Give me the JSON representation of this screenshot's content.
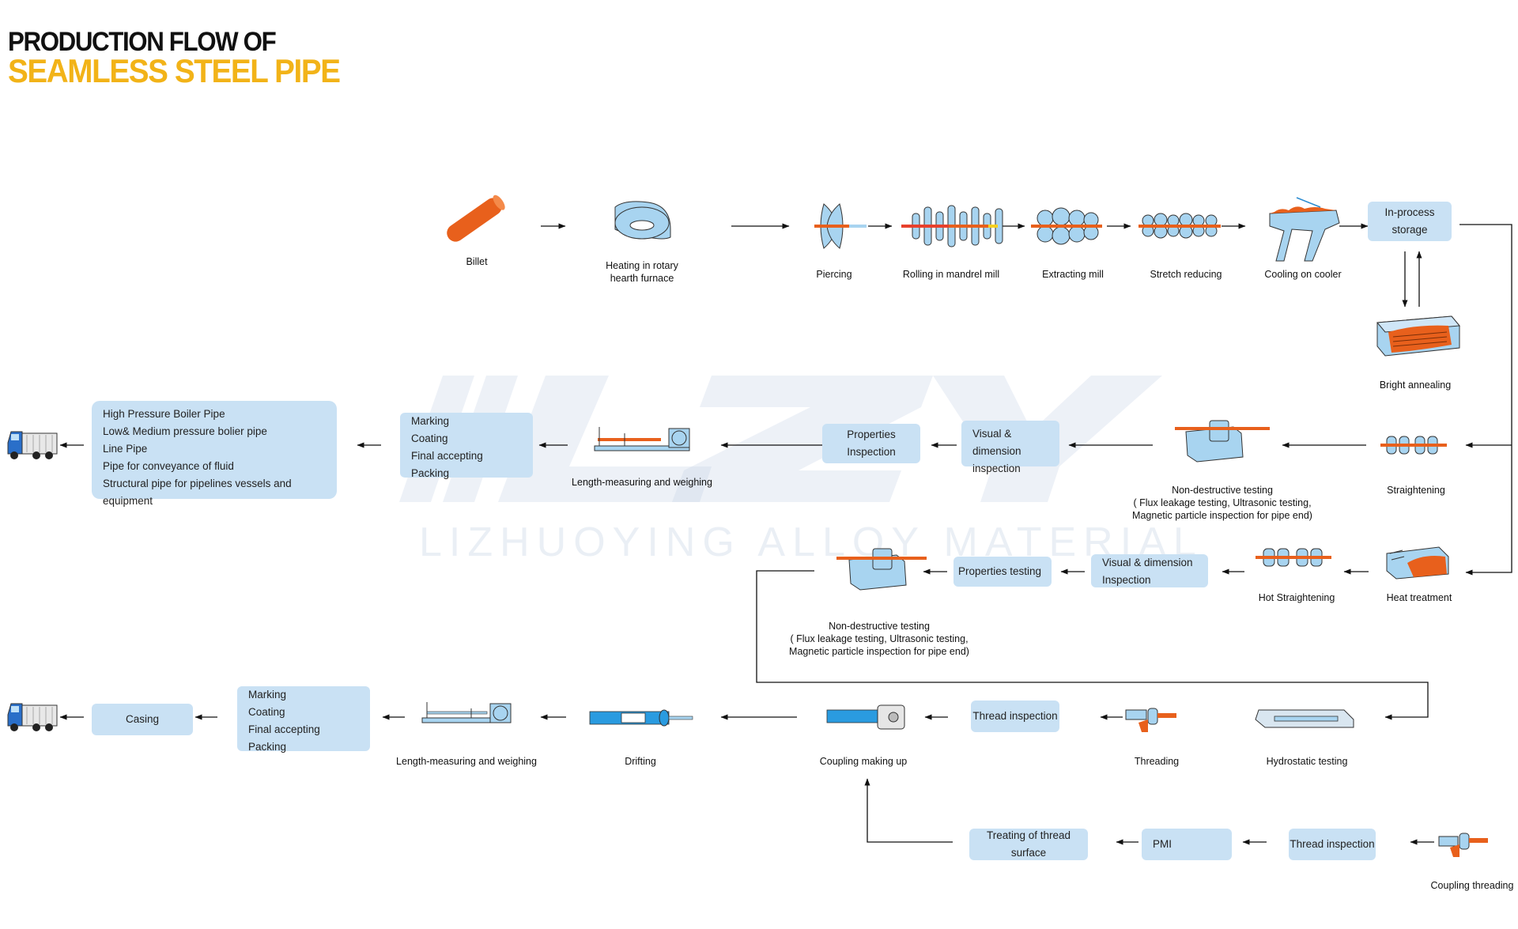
{
  "title": {
    "line1": "PRODUCTION FLOW OF",
    "line2": "SEAMLESS STEEL PIPE"
  },
  "watermark": {
    "logo": "LZY",
    "text": "LIZHUOYING ALLOY MATERIAL"
  },
  "colors": {
    "title_accent": "#F2B318",
    "box_fill": "#C9E1F4",
    "pipe": "#E8601C",
    "equipment": "#A8D4F0"
  },
  "labels": {
    "billet": "Billet",
    "heating_1": "Heating in rotary",
    "heating_2": "hearth furnace",
    "piercing": "Piercing",
    "rolling": "Rolling in mandrel mill",
    "extracting": "Extracting mill",
    "stretch": "Stretch reducing",
    "cooling": "Cooling on cooler",
    "bright": "Bright annealing",
    "straightening": "Straightening",
    "ndt1_1": "Non-destructive testing",
    "ndt1_2": "( Flux leakage testing, Ultrasonic testing,",
    "ndt1_3": "Magnetic particle inspection for pipe end)",
    "length1": "Length-measuring and weighing",
    "heat": "Heat treatment",
    "hotstraight": "Hot Straightening",
    "ndt2_1": "Non-destructive testing",
    "ndt2_2": "( Flux leakage testing, Ultrasonic testing,",
    "ndt2_3": "Magnetic particle inspection for pipe end)",
    "hydro": "Hydrostatic testing",
    "threading": "Threading",
    "coupling_up": "Coupling making up",
    "drifting": "Drifting",
    "length2": "Length-measuring and weighing",
    "coupling_thr": "Coupling threading"
  },
  "boxes": {
    "inprocess": "In-process storage",
    "props_insp": "Properties Inspection",
    "visual1_1": "Visual & dimension",
    "visual1_2": "inspection",
    "marking1": [
      "Marking",
      "Coating",
      "Final accepting",
      "Packing"
    ],
    "products": [
      "High Pressure Boiler Pipe",
      "Low& Medium pressure bolier pipe",
      "Line Pipe",
      "Pipe for conveyance of fluid",
      "Structural pipe for pipelines vessels and equipment"
    ],
    "visual2_1": "Visual & dimension",
    "visual2_2": "Inspection",
    "props_test": "Properties testing",
    "thread_insp1": "Thread inspection",
    "marking2": [
      "Marking",
      "Coating",
      "Final accepting",
      "Packing"
    ],
    "casing": "Casing",
    "thread_insp2": "Thread inspection",
    "pmi": "PMI",
    "treat_surface": "Treating of thread surface"
  }
}
